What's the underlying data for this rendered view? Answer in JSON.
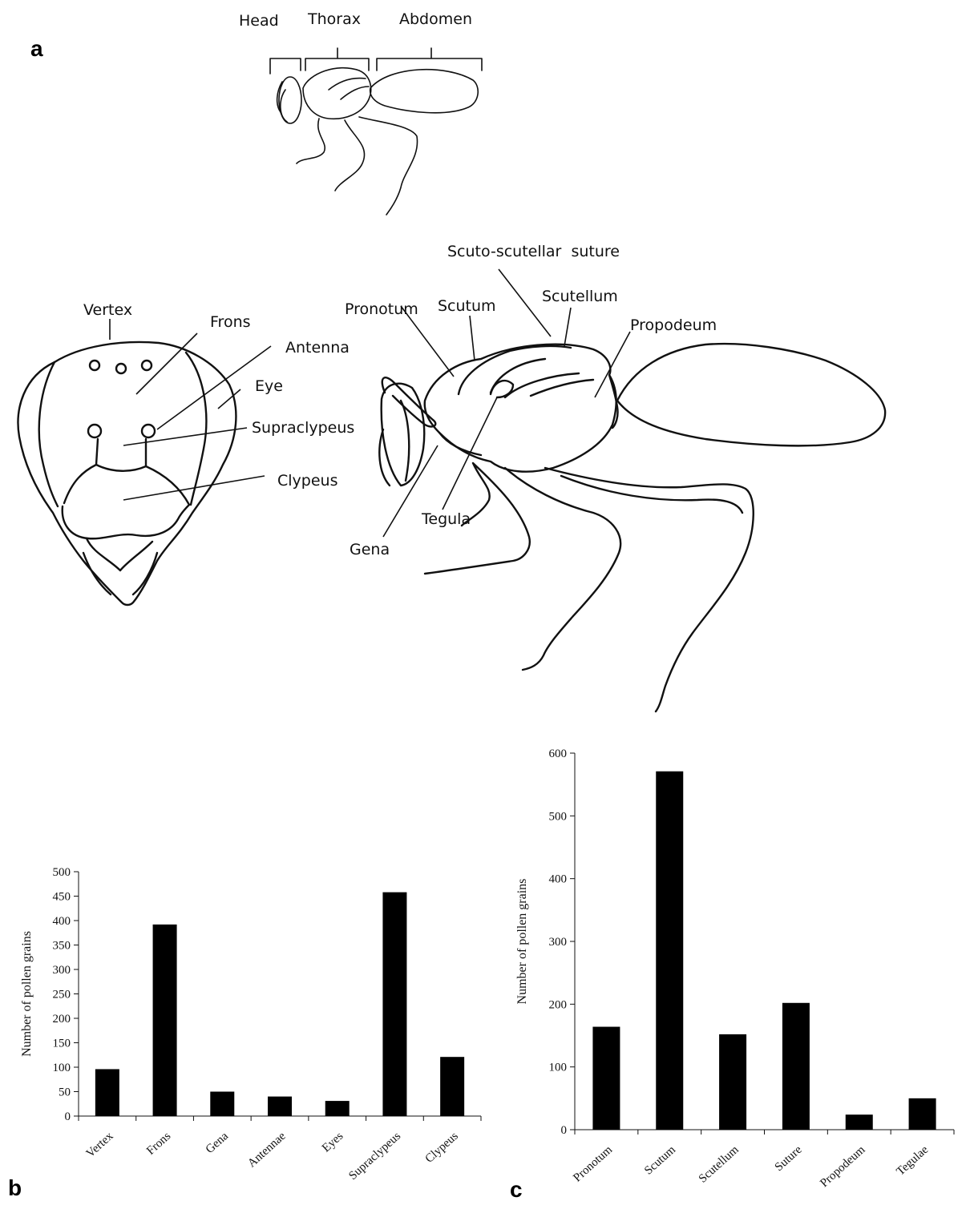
{
  "panels": {
    "a": "a",
    "b": "b",
    "c": "c"
  },
  "diagram": {
    "body_regions": [
      "Head",
      "Thorax",
      "Abdomen"
    ],
    "head_parts": [
      "Vertex",
      "Frons",
      "Antenna",
      "Eye",
      "Supraclypeus",
      "Clypeus"
    ],
    "side_parts": [
      "Scuto-scutellar  suture",
      "Pronotum",
      "Scutum",
      "Scutellum",
      "Propodeum",
      "Tegula",
      "Gena"
    ]
  },
  "chart_data": [
    {
      "id": "b",
      "type": "bar",
      "title": "",
      "xlabel": "",
      "ylabel": "Number of pollen grains",
      "ylim": [
        0,
        500
      ],
      "yticks": [
        0,
        50,
        100,
        150,
        200,
        250,
        300,
        350,
        400,
        450,
        500
      ],
      "categories": [
        "Vertex",
        "Frons",
        "Gena",
        "Antennae",
        "Eyes",
        "Supraclypeus",
        "Clypeus"
      ],
      "values": [
        96,
        392,
        50,
        40,
        31,
        458,
        121
      ],
      "color": "#000000",
      "grid": false
    },
    {
      "id": "c",
      "type": "bar",
      "title": "",
      "xlabel": "",
      "ylabel": "Number of pollen grains",
      "ylim": [
        0,
        600
      ],
      "yticks": [
        0,
        100,
        200,
        300,
        400,
        500,
        600
      ],
      "categories": [
        "Pronotum",
        "Scutum",
        "Scutellum",
        "Suture",
        "Propodeum",
        "Tegulae"
      ],
      "values": [
        164,
        571,
        152,
        202,
        24,
        50
      ],
      "color": "#000000",
      "grid": false
    }
  ]
}
